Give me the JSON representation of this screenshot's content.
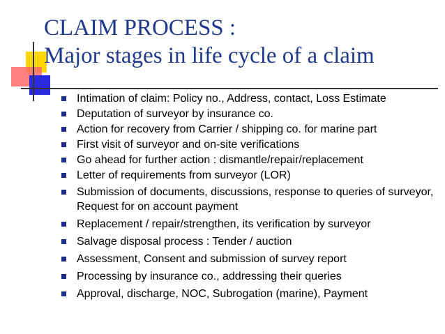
{
  "slide": {
    "title_line1": "CLAIM PROCESS :",
    "title_line2": "Major stages in life cycle of a claim",
    "accent_color": "#1f3a8a",
    "bullet_icon": "square-bullet-icon",
    "bullets": [
      "Intimation of claim: Policy no., Address, contact, Loss Estimate",
      "Deputation of surveyor by insurance co.",
      "Action for recovery from Carrier / shipping co. for marine part",
      "First visit of surveyor and on-site verifications",
      "Go ahead for further action : dismantle/repair/replacement",
      "Letter of requirements from surveyor (LOR)",
      "Submission of documents, discussions, response to queries of surveyor, Request for on account payment",
      "Replacement / repair/strengthen, its verification by surveyor",
      "Salvage disposal process : Tender / auction",
      "Assessment, Consent and submission of survey report",
      "Processing by insurance co., addressing their queries",
      "Approval, discharge, NOC, Subrogation (marine), Payment"
    ]
  }
}
